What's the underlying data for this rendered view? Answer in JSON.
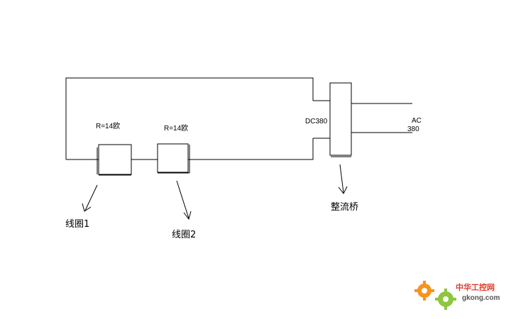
{
  "diagram": {
    "coil1_resistance": "R=14欧",
    "coil2_resistance": "R=14欧",
    "dc_label": "DC380",
    "ac_label_line1": "AC",
    "ac_label_line2": "380",
    "coil1_name": "线圈1",
    "coil2_name": "线圈2",
    "bridge_name": "整流桥"
  },
  "watermark": {
    "cn_text": "中华工控网",
    "url": "gkong.com",
    "icon": "gear-icon",
    "gear_colors": [
      "#f7941d",
      "#8dc63f"
    ]
  }
}
